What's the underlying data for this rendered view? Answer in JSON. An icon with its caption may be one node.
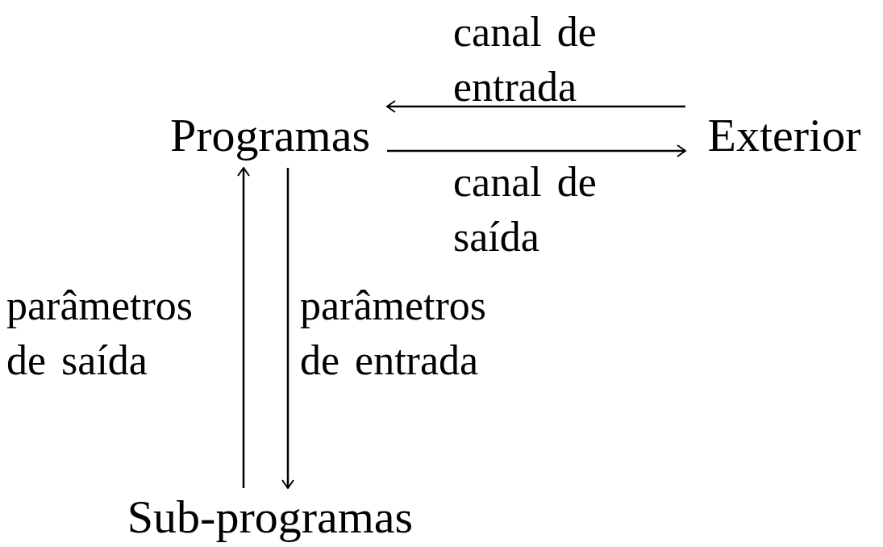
{
  "diagram": {
    "nodes": [
      {
        "text": [
          "Programas"
        ]
      },
      {
        "text": [
          "Exterior"
        ]
      },
      {
        "text": [
          "Sub-programas"
        ]
      }
    ],
    "edges": [
      {
        "from": 1,
        "to": 0,
        "arrow": "to",
        "label": "canal de entrada"
      },
      {
        "from": 0,
        "to": 1,
        "arrow": "to",
        "label": "canal de saída"
      },
      {
        "from": 2,
        "to": 0,
        "arrow": "to",
        "label": "parâmetros de saída"
      },
      {
        "from": 0,
        "to": 2,
        "arrow": "to",
        "label": "parâmetros de entrada"
      }
    ]
  }
}
